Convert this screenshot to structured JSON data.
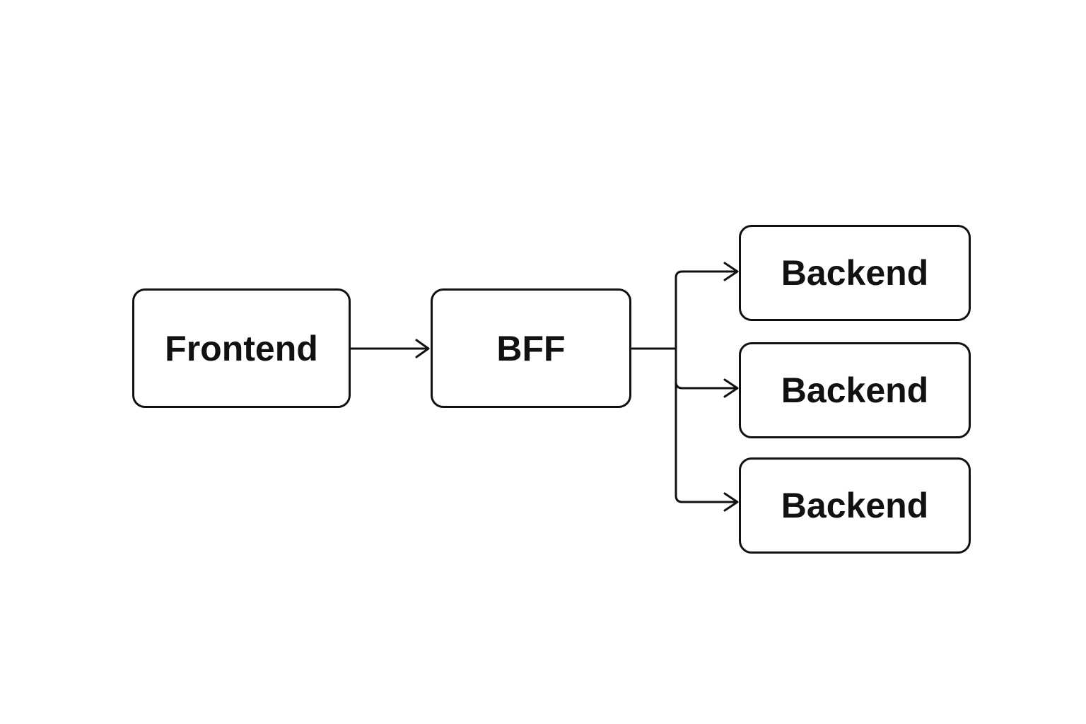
{
  "diagram": {
    "colors": {
      "stroke": "#111111",
      "background": "#ffffff"
    },
    "nodes": {
      "frontend": {
        "label": "Frontend"
      },
      "bff": {
        "label": "BFF"
      },
      "backends": [
        {
          "label": "Backend"
        },
        {
          "label": "Backend"
        },
        {
          "label": "Backend"
        }
      ]
    },
    "edges": [
      {
        "from": "frontend",
        "to": "bff"
      },
      {
        "from": "bff",
        "to": "backends.0"
      },
      {
        "from": "bff",
        "to": "backends.1"
      },
      {
        "from": "bff",
        "to": "backends.2"
      }
    ]
  }
}
